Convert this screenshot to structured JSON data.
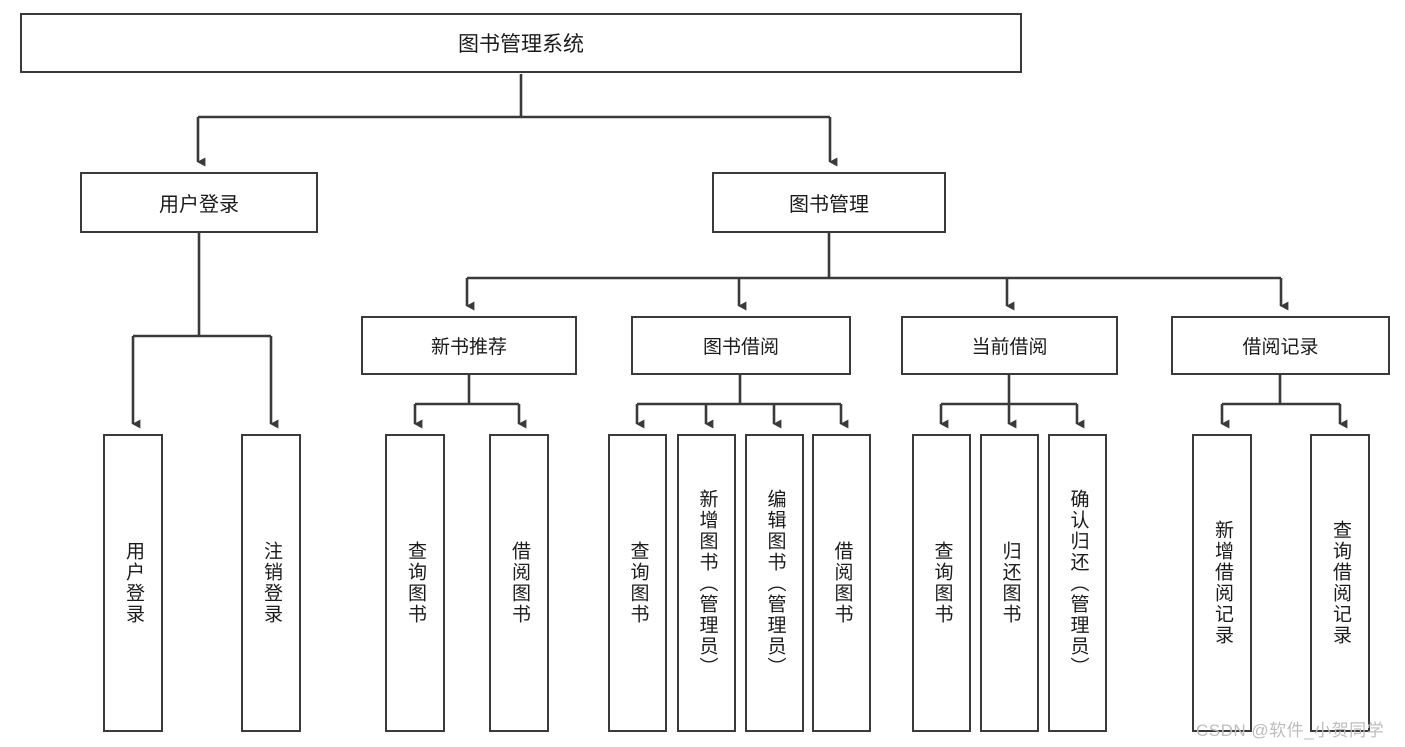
{
  "diagram": {
    "type": "tree",
    "title": "图书管理系统",
    "orientation": "top-down",
    "style": {
      "box_border_color": "#3a3a3a",
      "box_fill_color": "#ffffff",
      "edge_color": "#3a3a3a",
      "text_color": "#1b1b1b",
      "background": "#ffffff"
    },
    "root": {
      "label": "图书管理系统"
    },
    "level1": [
      {
        "label": "用户登录"
      },
      {
        "label": "图书管理"
      }
    ],
    "level2": [
      {
        "label": "新书推荐"
      },
      {
        "label": "图书借阅"
      },
      {
        "label": "当前借阅"
      },
      {
        "label": "借阅记录"
      }
    ],
    "leaves": {
      "user_login": [
        {
          "label": "用户登录"
        },
        {
          "label": "注销登录"
        }
      ],
      "new_book_recommend": [
        {
          "label": "查询图书"
        },
        {
          "label": "借阅图书"
        }
      ],
      "book_borrow": [
        {
          "label": "查询图书"
        },
        {
          "label": "新增图书（管理员）"
        },
        {
          "label": "编辑图书（管理员）"
        },
        {
          "label": "借阅图书"
        }
      ],
      "current_borrow": [
        {
          "label": "查询图书"
        },
        {
          "label": "归还图书"
        },
        {
          "label": "确认归还（管理员）"
        }
      ],
      "borrow_record": [
        {
          "label": "新增借阅记录"
        },
        {
          "label": "查询借阅记录"
        }
      ]
    }
  },
  "watermark": {
    "text": "CSDN @软件_小贺同学"
  }
}
